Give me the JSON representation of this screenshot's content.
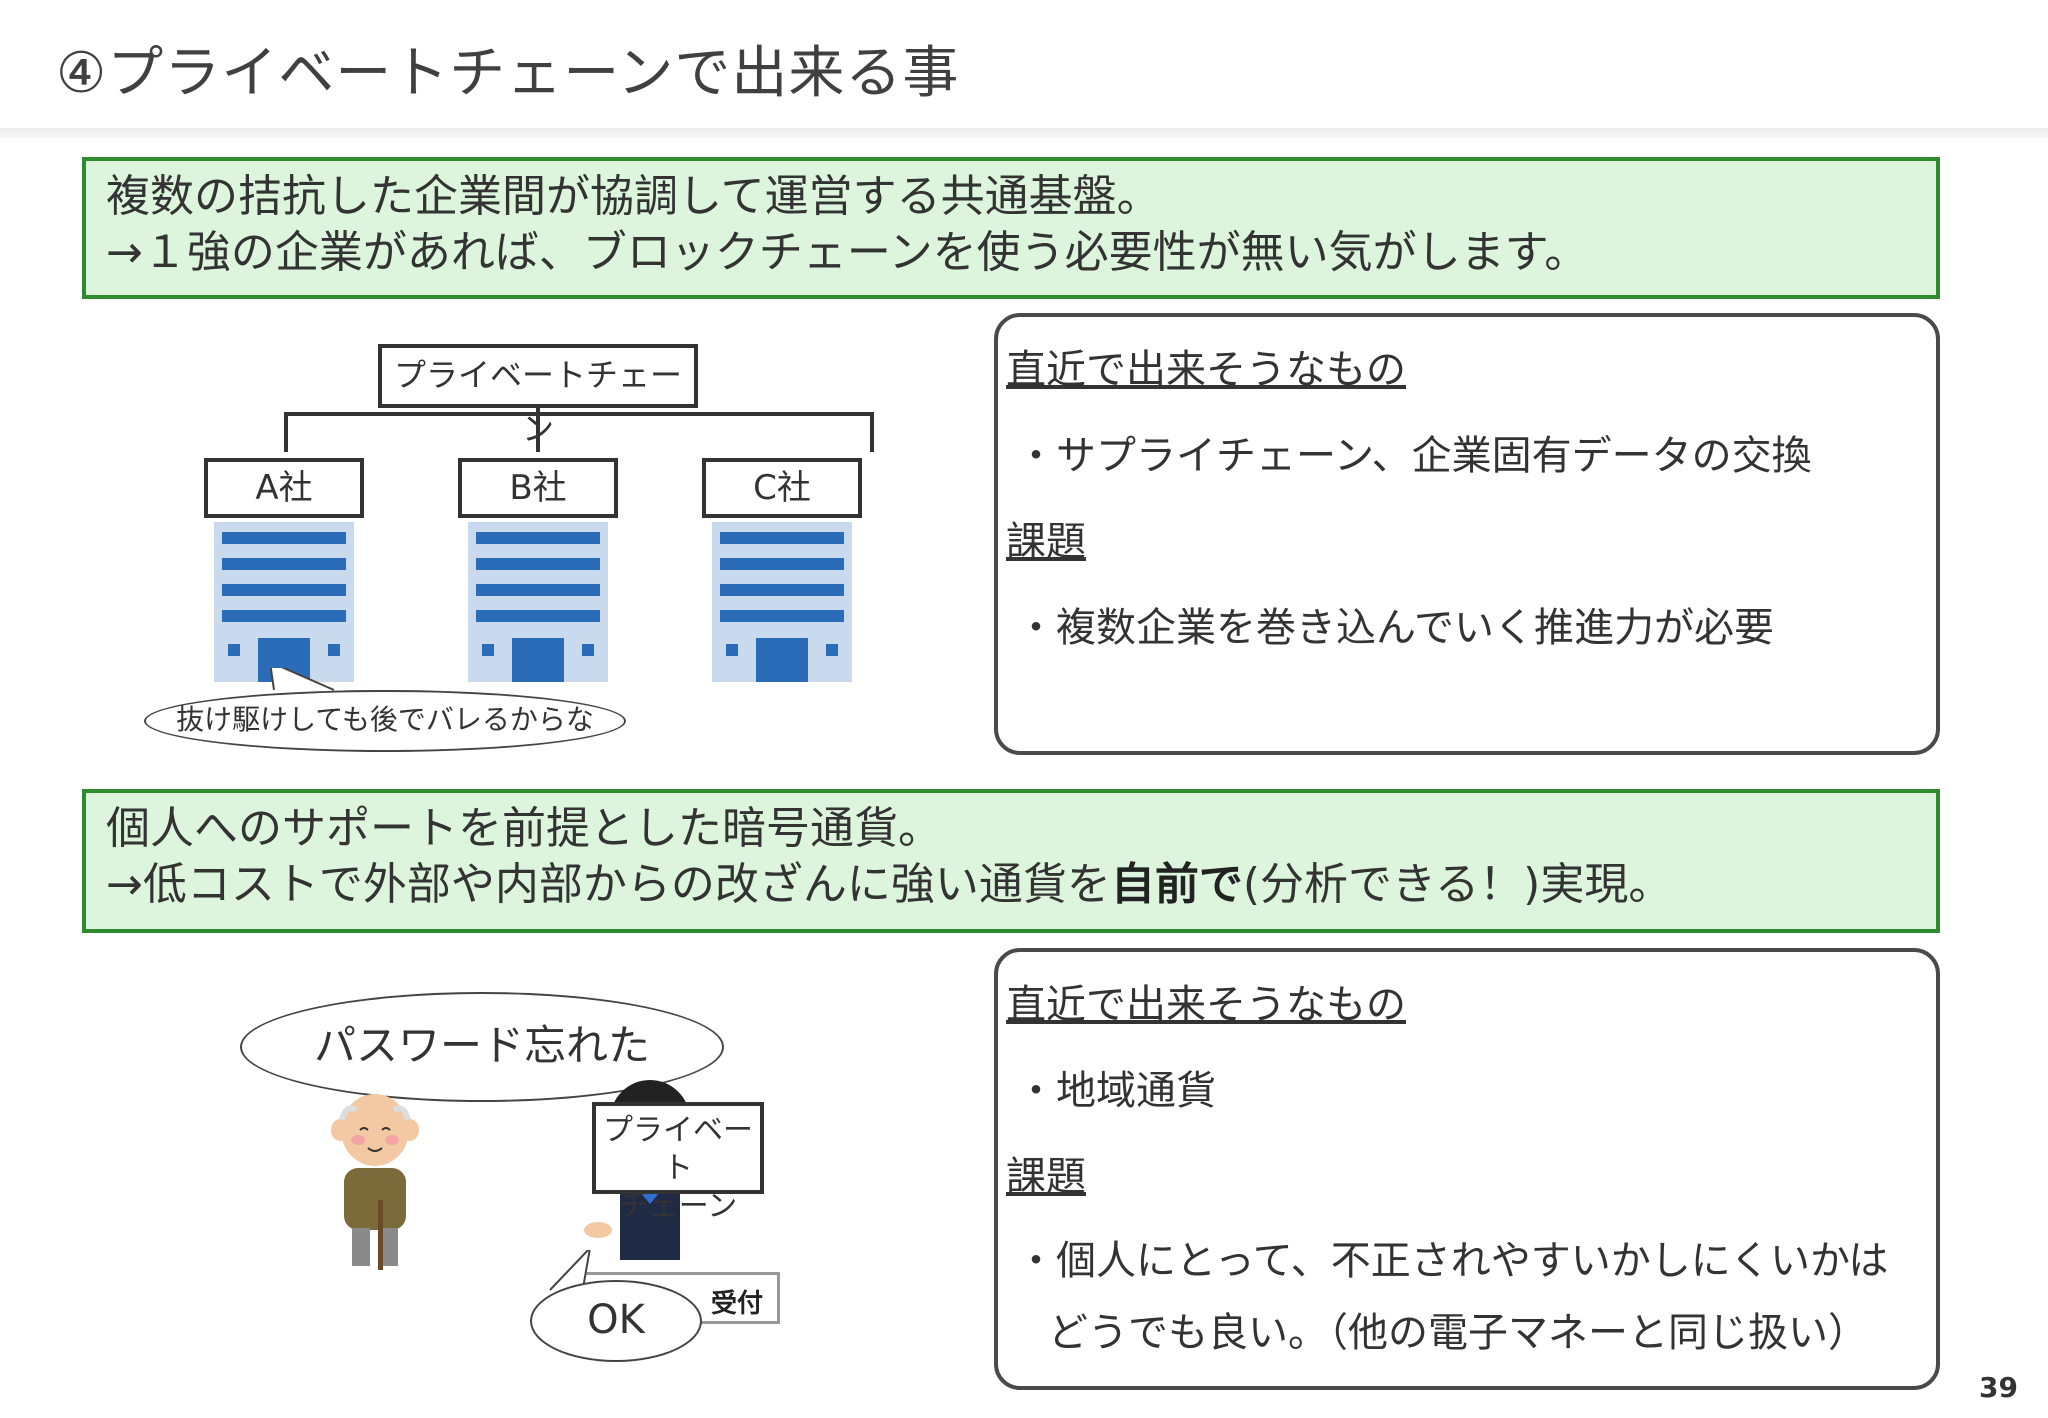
{
  "slide": {
    "title": "④プライベートチェーンで出来る事",
    "page_number": "39"
  },
  "section1": {
    "banner_line1": "複数の拮抗した企業間が協調して運営する共通基盤。",
    "banner_line2": "→１強の企業があれば、ブロックチェーンを使う必要性が無い気がします。",
    "diagram": {
      "root_label": "プライベートチェーン",
      "companies": [
        "A社",
        "B社",
        "C社"
      ],
      "speech": "抜け駆けしても後でバレるからな"
    },
    "box": {
      "heading1": "直近で出来そうなもの",
      "item1": "・サプライチェーン、企業固有データの交換",
      "heading2": "課題",
      "item2": "・複数企業を巻き込んでいく推進力が必要"
    }
  },
  "section2": {
    "banner_line1": "個人へのサポートを前提とした暗号通貨。",
    "banner_line2_pre": "→低コストで外部や内部からの改ざんに強い通貨を",
    "banner_line2_bold": "自前で",
    "banner_line2_post": "(分析できる！)実現。",
    "illustration": {
      "old_man_speech": "パスワード忘れた",
      "sign_line1": "プライベート",
      "sign_line2": "チェーン",
      "reply": "OK",
      "desk_label": "受付"
    },
    "box": {
      "heading1": "直近で出来そうなもの",
      "item1": "・地域通貨",
      "heading2": "課題",
      "item2_line1": "・個人にとって、不正されやすいかしにくいかは",
      "item2_line2": "どうでも良い。（他の電子マネーと同じ扱い）"
    }
  }
}
